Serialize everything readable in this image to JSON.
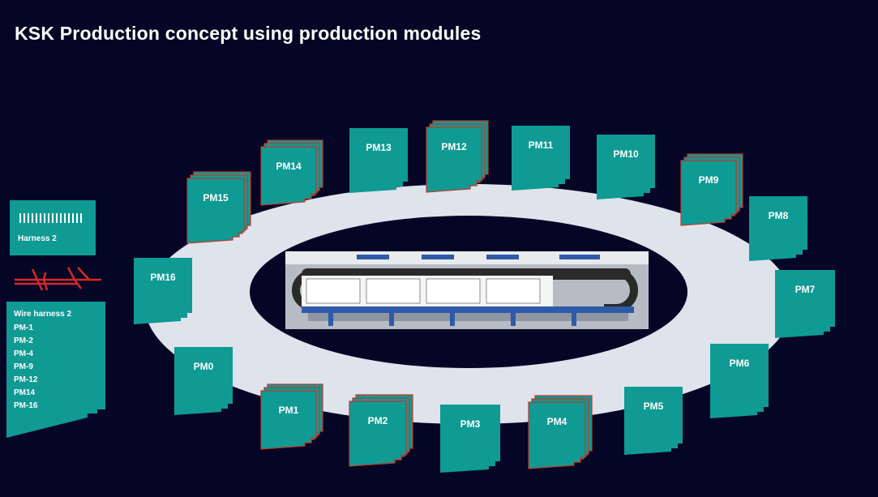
{
  "title": "KSK Production concept using production modules",
  "colors": {
    "background": "#050525",
    "ring": "#dfe3ec",
    "module_fill": "#0f9a94",
    "module_stack_border": "#c0392b",
    "wire_red": "#d12a2a"
  },
  "modules": [
    {
      "label": "PM14"
    },
    {
      "label": "PM13"
    },
    {
      "label": "PM12"
    },
    {
      "label": "PM11"
    },
    {
      "label": "PM10"
    },
    {
      "label": "PM9"
    },
    {
      "label": "PM8"
    },
    {
      "label": "PM15"
    },
    {
      "label": "PM16"
    },
    {
      "label": "PM7"
    },
    {
      "label": "PM0"
    },
    {
      "label": "PM6"
    },
    {
      "label": "PM1"
    },
    {
      "label": "PM2"
    },
    {
      "label": "PM3"
    },
    {
      "label": "PM4"
    },
    {
      "label": "PM5"
    }
  ],
  "harness_card": {
    "label": "Harness 2",
    "icon": "barcode-icon"
  },
  "wire_icon": "wire-harness-icon",
  "wire_list": {
    "title": "Wire harness 2",
    "items": [
      "PM-1",
      "PM-2",
      "PM-4",
      "PM-9",
      "PM-12",
      "PM14",
      "PM-16"
    ]
  },
  "center_image": {
    "icon": "production-line-photo"
  }
}
